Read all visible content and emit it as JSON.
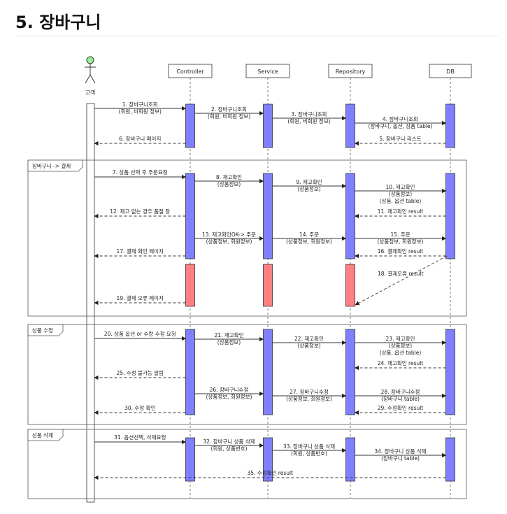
{
  "title": "5. 장바구니",
  "participants": [
    {
      "id": "customer",
      "label": "고객",
      "type": "actor"
    },
    {
      "id": "controller",
      "label": "Controller",
      "type": "box"
    },
    {
      "id": "service",
      "label": "Service",
      "type": "box"
    },
    {
      "id": "repository",
      "label": "Repository",
      "type": "box"
    },
    {
      "id": "db",
      "label": "DB",
      "type": "box"
    }
  ],
  "groups": [
    {
      "id": "checkout",
      "label": "장바구니 -> 결제"
    },
    {
      "id": "modify",
      "label": "상품 수정"
    },
    {
      "id": "delete",
      "label": "상품 삭제"
    }
  ],
  "messages": [
    {
      "id": 1,
      "from": "customer",
      "to": "controller",
      "dashed": false,
      "lines": [
        "1. 장바구니조회",
        "(회원, 비회원 정보)"
      ]
    },
    {
      "id": 2,
      "from": "controller",
      "to": "service",
      "dashed": false,
      "lines": [
        "2. 장바구니조회",
        "(회원, 비회원 정보)"
      ]
    },
    {
      "id": 3,
      "from": "service",
      "to": "repository",
      "dashed": false,
      "lines": [
        "3. 장바구니조회",
        "(회원, 비회원 정보)"
      ]
    },
    {
      "id": 4,
      "from": "repository",
      "to": "db",
      "dashed": false,
      "lines": [
        "4. 장바구니조회",
        "(장바구니, 옵션, 상품 table)"
      ]
    },
    {
      "id": 5,
      "from": "db",
      "to": "repository",
      "dashed": true,
      "lines": [
        "5. 장바구니 리스트"
      ]
    },
    {
      "id": 6,
      "from": "controller",
      "to": "customer",
      "dashed": true,
      "lines": [
        "6. 장바구니 페이지"
      ]
    },
    {
      "id": 7,
      "from": "customer",
      "to": "controller",
      "dashed": false,
      "lines": [
        "7. 상품 선택 후 주문요청"
      ]
    },
    {
      "id": 8,
      "from": "controller",
      "to": "service",
      "dashed": false,
      "lines": [
        "8. 재고확인",
        "(상품정보)"
      ]
    },
    {
      "id": 9,
      "from": "service",
      "to": "repository",
      "dashed": false,
      "lines": [
        "9. 재고확인",
        "(상품정보)"
      ]
    },
    {
      "id": 10,
      "from": "repository",
      "to": "db",
      "dashed": false,
      "lines": [
        "10. 재고확인",
        "(상품정보)",
        "(상품, 옵션 table)"
      ]
    },
    {
      "id": 11,
      "from": "db",
      "to": "repository",
      "dashed": true,
      "lines": [
        "11. 재고확인 result"
      ]
    },
    {
      "id": 12,
      "from": "controller",
      "to": "customer",
      "dashed": true,
      "lines": [
        "12. 재고 없는 경우 품절 창"
      ]
    },
    {
      "id": 13,
      "from": "controller",
      "to": "service",
      "dashed": false,
      "lines": [
        "13. 재고확인OK-> 주문",
        "(상품정보, 회원정보)"
      ]
    },
    {
      "id": 14,
      "from": "service",
      "to": "repository",
      "dashed": false,
      "lines": [
        "14. 주문",
        "(상품정보, 회원정보)"
      ]
    },
    {
      "id": 15,
      "from": "repository",
      "to": "db",
      "dashed": false,
      "lines": [
        "15. 주문",
        "(상품정보, 회원정보)"
      ]
    },
    {
      "id": 16,
      "from": "db",
      "to": "repository",
      "dashed": true,
      "lines": [
        "16. 결제확인 result"
      ]
    },
    {
      "id": 17,
      "from": "controller",
      "to": "customer",
      "dashed": true,
      "lines": [
        "17. 결제 확인 페이지"
      ]
    },
    {
      "id": 18,
      "from": "db",
      "to": "repository",
      "dashed": true,
      "lines": [
        "18. 결제오류 result"
      ]
    },
    {
      "id": 19,
      "from": "controller",
      "to": "customer",
      "dashed": true,
      "lines": [
        "19. 결제 오류 페이지"
      ]
    },
    {
      "id": 20,
      "from": "customer",
      "to": "controller",
      "dashed": false,
      "lines": [
        "20. 상품 옵션 or 수량 수정 요청"
      ]
    },
    {
      "id": 21,
      "from": "controller",
      "to": "service",
      "dashed": false,
      "lines": [
        "21. 재고확인",
        "(상품정보)"
      ]
    },
    {
      "id": 22,
      "from": "service",
      "to": "repository",
      "dashed": false,
      "lines": [
        "22. 재고확인",
        "(상품정보)"
      ]
    },
    {
      "id": 23,
      "from": "repository",
      "to": "db",
      "dashed": false,
      "lines": [
        "23. 재고확인",
        "(상품정보)",
        "(상품, 옵션 table)"
      ]
    },
    {
      "id": 24,
      "from": "db",
      "to": "repository",
      "dashed": true,
      "lines": [
        "24. 재고확인 result"
      ]
    },
    {
      "id": 25,
      "from": "controller",
      "to": "customer",
      "dashed": true,
      "lines": [
        "25. 수정 불가능 알림"
      ]
    },
    {
      "id": 26,
      "from": "controller",
      "to": "service",
      "dashed": false,
      "lines": [
        "26. 장바구니수정",
        "(상품정보, 회원정보)"
      ]
    },
    {
      "id": 27,
      "from": "service",
      "to": "repository",
      "dashed": false,
      "lines": [
        "27. 장바구니수정",
        "(상품정보, 회원정보)"
      ]
    },
    {
      "id": 28,
      "from": "repository",
      "to": "db",
      "dashed": false,
      "lines": [
        "28. 장바구니수정",
        "(장바구니 table)"
      ]
    },
    {
      "id": 29,
      "from": "db",
      "to": "repository",
      "dashed": true,
      "lines": [
        "29. 수정확인 result"
      ]
    },
    {
      "id": 30,
      "from": "controller",
      "to": "customer",
      "dashed": true,
      "lines": [
        "30. 수정 확인"
      ]
    },
    {
      "id": 31,
      "from": "customer",
      "to": "controller",
      "dashed": false,
      "lines": [
        "31. 옵션선택, 삭제요청"
      ]
    },
    {
      "id": 32,
      "from": "controller",
      "to": "service",
      "dashed": false,
      "lines": [
        "32. 장바구니 상품 삭제",
        "(회원, 상품번호)"
      ]
    },
    {
      "id": 33,
      "from": "service",
      "to": "repository",
      "dashed": false,
      "lines": [
        "33. 장바구니 상품 삭제",
        "(회원, 상품번호)"
      ]
    },
    {
      "id": 34,
      "from": "repository",
      "to": "db",
      "dashed": false,
      "lines": [
        "34. 장바구니 상품 삭제",
        "(장바구니 table)"
      ]
    },
    {
      "id": 35,
      "from": "db",
      "to": "customer",
      "dashed": true,
      "lines": [
        "35. 수정확인 result"
      ]
    }
  ],
  "colors": {
    "activation": "#8080ff",
    "error_activation": "#ff8080",
    "actor_head": "#99ee99",
    "line": "#333333"
  }
}
